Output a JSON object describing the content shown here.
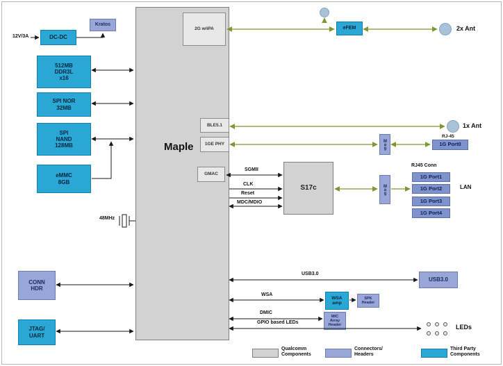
{
  "soc": {
    "name": "Maple",
    "wifi": "2G w/iPA",
    "ble": "BLE5.1",
    "phy": "1GE PHY",
    "gmac": "GMAC"
  },
  "left": {
    "power_in": "12V/3A",
    "kratos": "Kratos",
    "dcdc": "DC-DC",
    "ddr": "512MB\nDDR3L\nx16",
    "spi_nor": "SPI NOR\n32MB",
    "spi_nand": "SPI\nNAND\n128MB",
    "emmc": "eMMC\n8GB",
    "conn_hdr": "CONN\nHDR",
    "jtag": "JTAG/\nUART",
    "clock": "48MHz"
  },
  "right": {
    "efem": "eFEM",
    "ant2": "2x Ant",
    "ant1": "1x Ant",
    "mag1": "Mag",
    "mag2": "Mag",
    "rj45": "RJ-45",
    "port0": "1G Port0",
    "rj45_conn": "RJ45 Conn",
    "port1": "1G Port1",
    "port2": "1G Port2",
    "port3": "1G Port3",
    "port4": "1G Port4",
    "lan": "LAN",
    "s17c": "S17c",
    "usb": "USB3.0",
    "wsa_amp": "WSA\namp",
    "spk_header": "SPK\nHeader",
    "mic_header": "MIC\nArray\nHeader",
    "leds": "LEDs"
  },
  "wire_labels": {
    "sgmii": "SGMII",
    "clk": "CLK",
    "reset": "Reset",
    "mdc": "MDC/MDIO",
    "usb": "USB3.0",
    "wsa": "WSA",
    "dmic": "DMIC",
    "gpio_leds": "GPIO based LEDs"
  },
  "legend": {
    "qualcomm": "Qualcomm\nComponents",
    "connectors": "Connectors/\nHeaders",
    "third_party": "Third Party\nComponents"
  },
  "colors": {
    "qualcomm_gray": "#d2d2d2",
    "connector_purple": "#98a6d8",
    "third_party_cyan": "#2aa7d4",
    "rf_wire_green": "#7d9732"
  }
}
